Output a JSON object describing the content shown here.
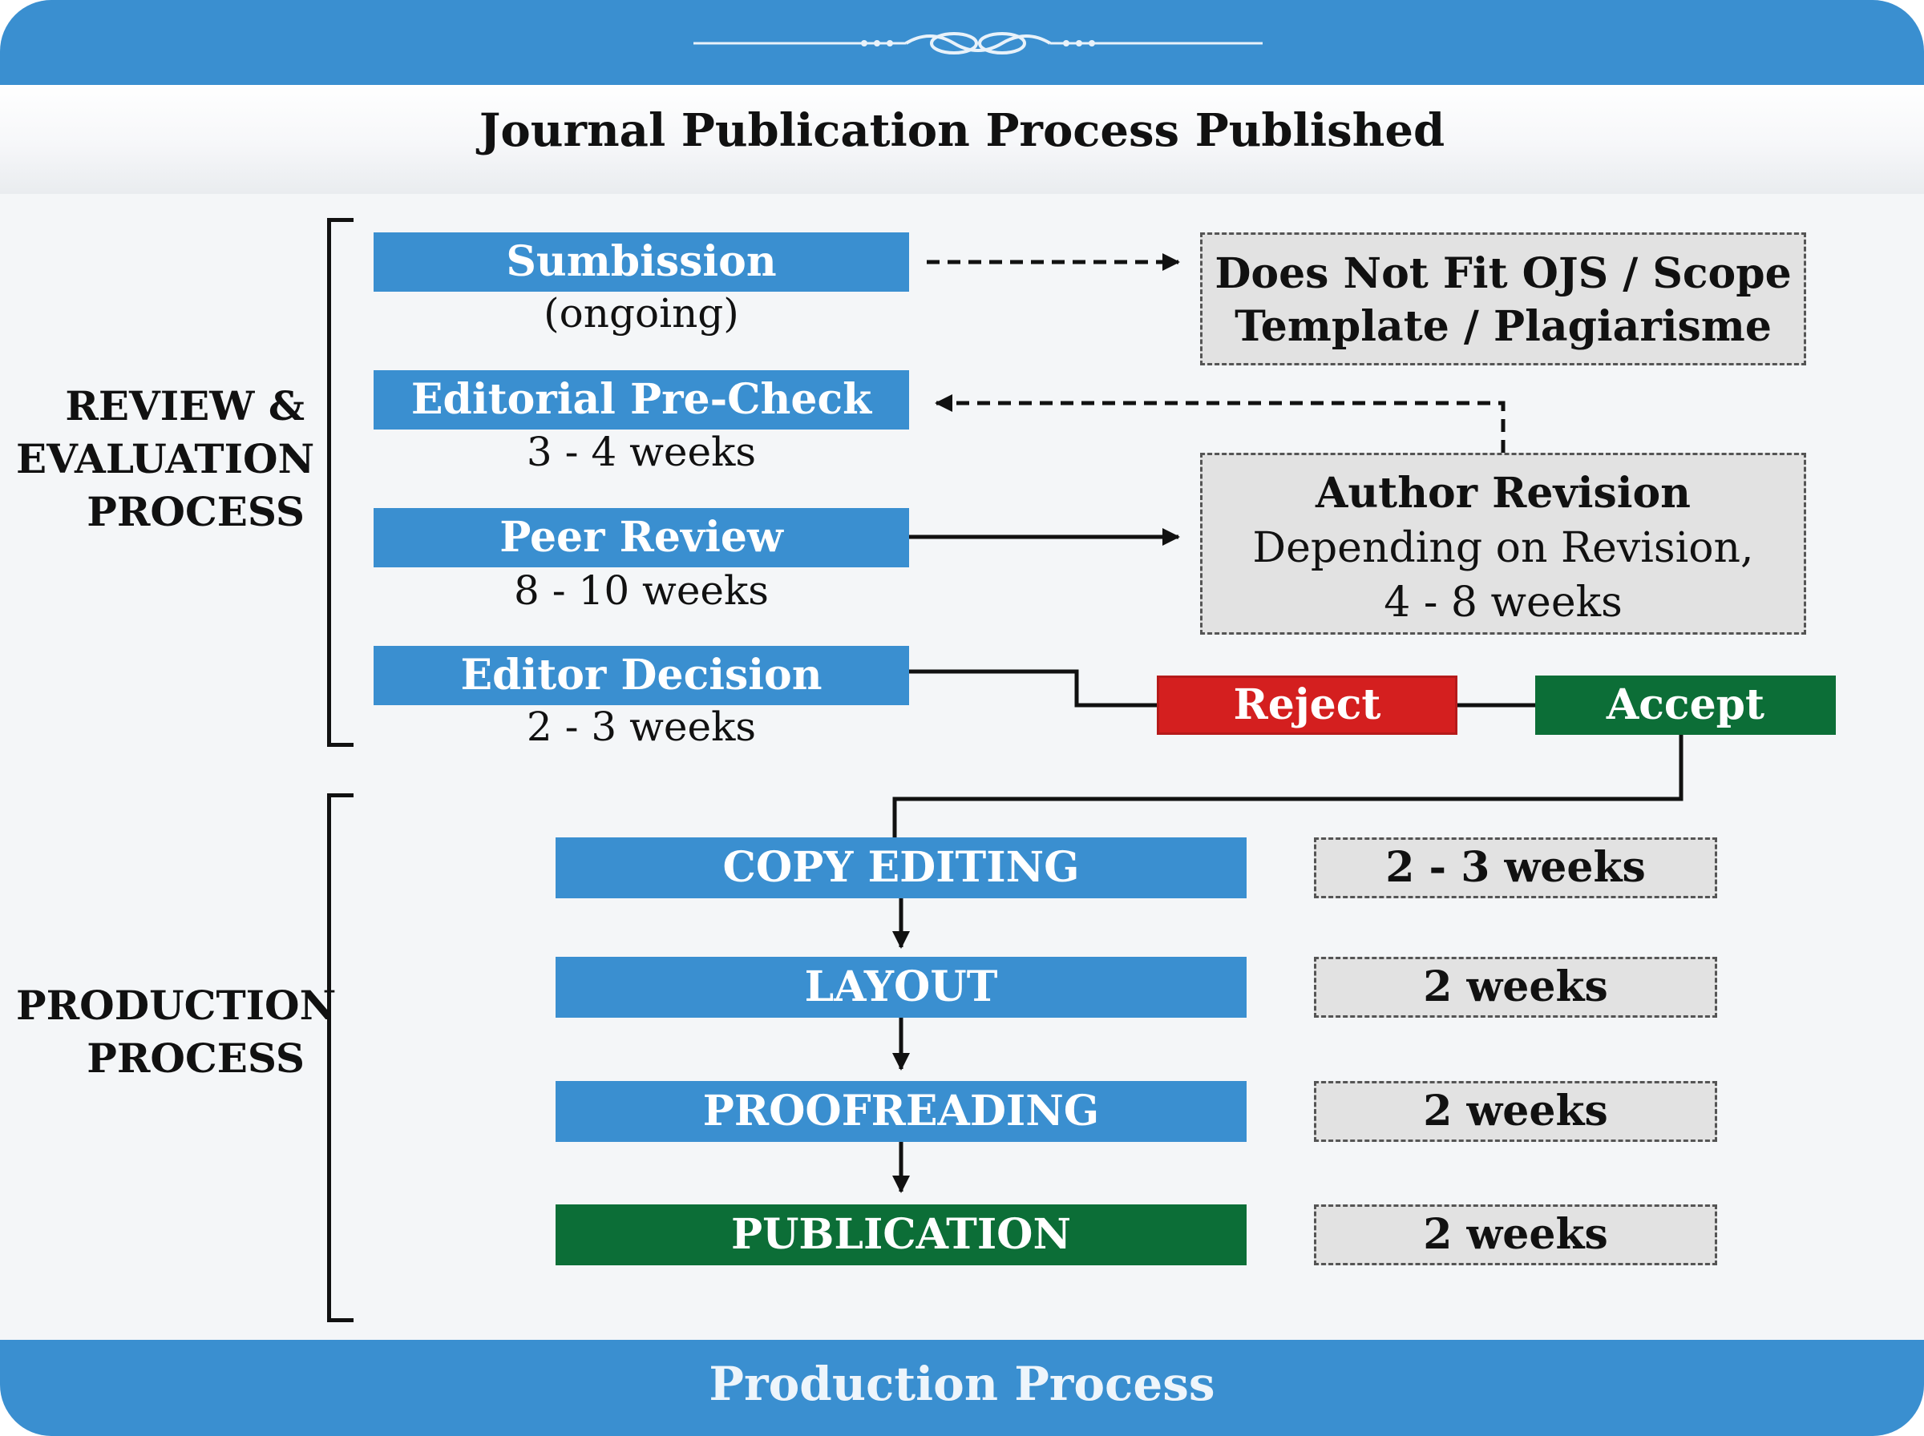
{
  "title": "Journal Publication Process Published",
  "footer": "Production Process",
  "sections": {
    "review_label_1": "REVIEW &",
    "review_label_2": "EVALUATION",
    "review_label_3": "PROCESS",
    "production_label_1": "PRODUCTION",
    "production_label_2": "PROCESS"
  },
  "review_steps": [
    {
      "label": "Sumbission",
      "duration": "(ongoing)"
    },
    {
      "label": "Editorial Pre-Check",
      "duration": "3 - 4 weeks"
    },
    {
      "label": "Peer Review",
      "duration": "8 - 10 weeks"
    },
    {
      "label": "Editor Decision",
      "duration": "2 - 3 weeks"
    }
  ],
  "side_boxes": {
    "reject_reason_1": "Does Not Fit OJS / Scope",
    "reject_reason_2": "Template / Plagiarisme",
    "revision_title": "Author Revision",
    "revision_line_1": "Depending on Revision,",
    "revision_line_2": "4 - 8 weeks"
  },
  "decisions": {
    "reject": "Reject",
    "accept": "Accept"
  },
  "production_steps": [
    {
      "label": "COPY EDITING",
      "duration": "2 - 3 weeks"
    },
    {
      "label": "LAYOUT",
      "duration": "2 weeks"
    },
    {
      "label": "PROOFREADING",
      "duration": "2 weeks"
    },
    {
      "label": "PUBLICATION",
      "duration": "2 weeks"
    }
  ],
  "colors": {
    "blue": "#3a8fd0",
    "green": "#0c6e37",
    "red": "#d41f1f",
    "grey": "#e2e2e2"
  }
}
